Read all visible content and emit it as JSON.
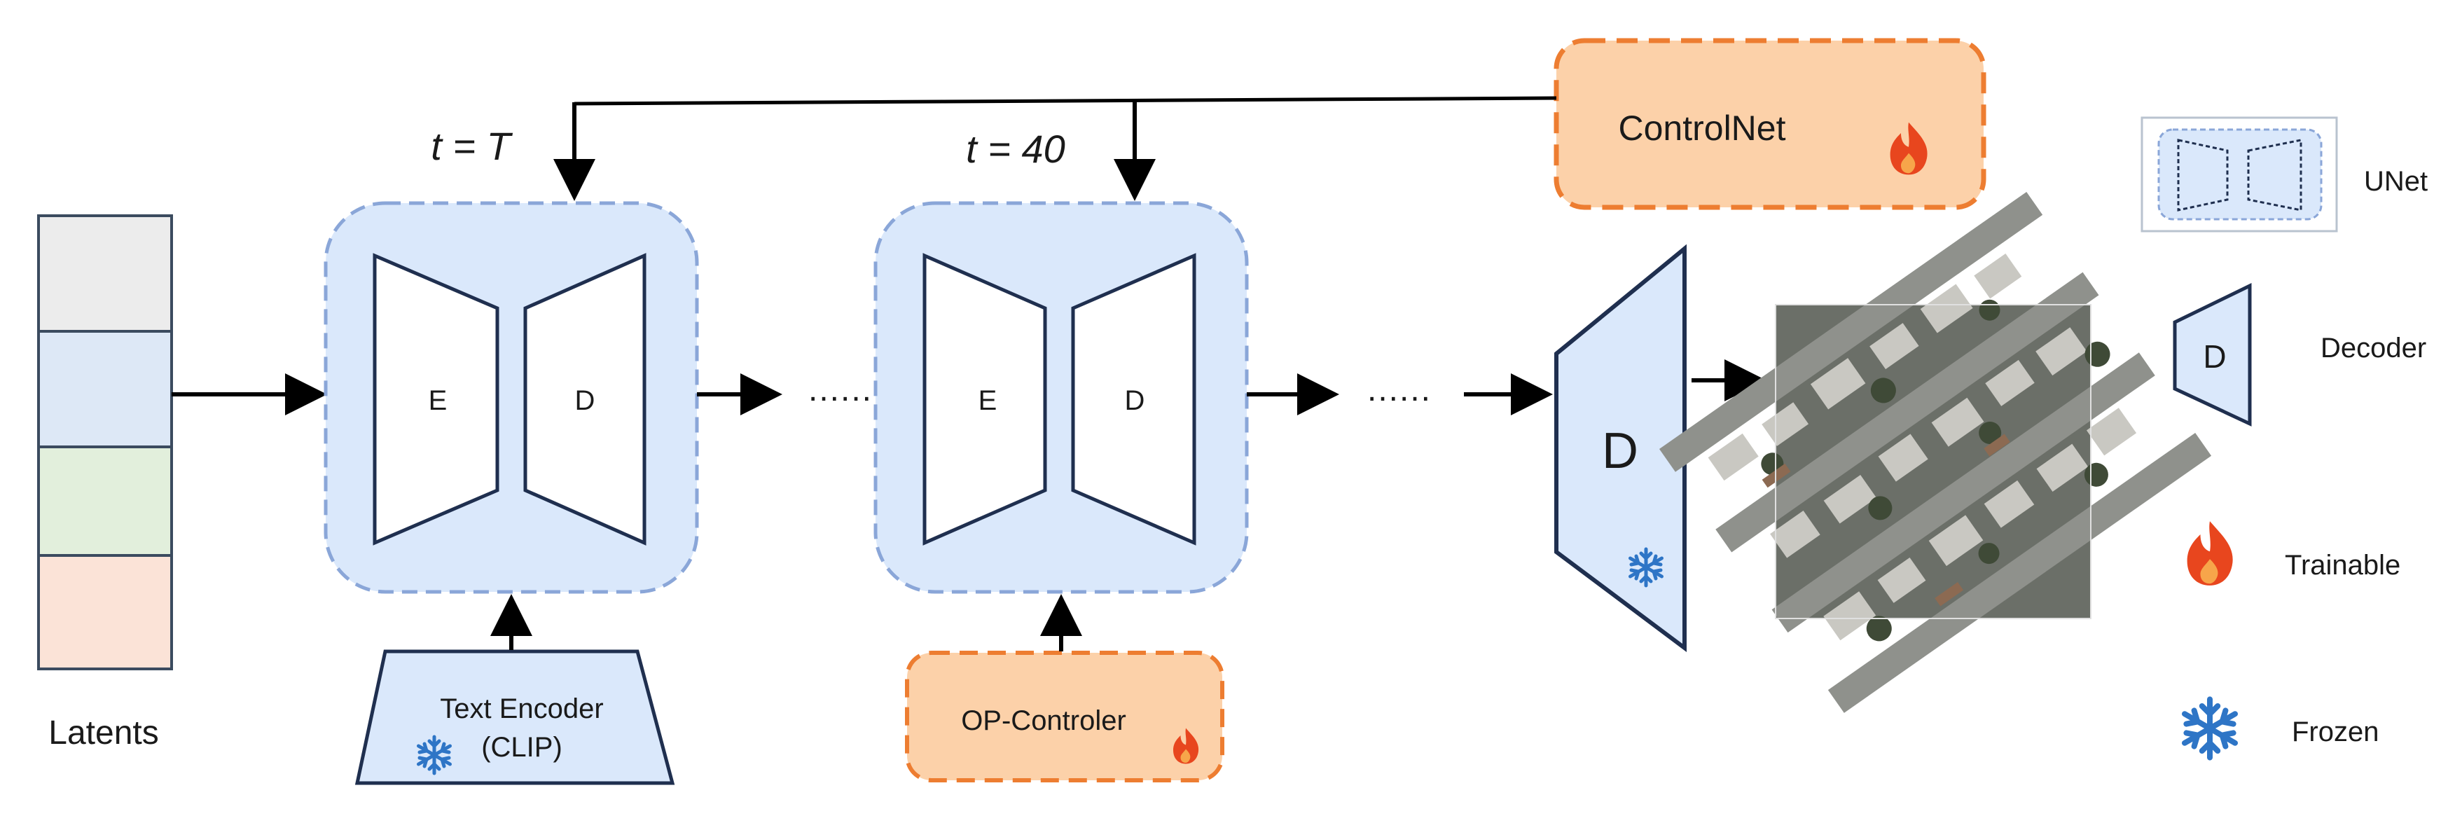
{
  "latents": {
    "label": "Latents",
    "colors": [
      "#ececec",
      "#dde8f6",
      "#e2efdc",
      "#fbe3d7"
    ]
  },
  "steps": [
    {
      "time_label": "t = T",
      "encoder_label": "E",
      "decoder_label": "D"
    },
    {
      "time_label": "t = 40",
      "encoder_label": "E",
      "decoder_label": "D"
    }
  ],
  "text_encoder": {
    "line1": "Text Encoder",
    "line2": "(CLIP)",
    "status_icon": "snowflake-icon"
  },
  "op_controller": {
    "label": "OP-Controler",
    "status_icon": "flame-icon"
  },
  "controlnet": {
    "label": "ControlNet",
    "status_icon": "flame-icon"
  },
  "final_decoder": {
    "label": "D",
    "status_icon": "snowflake-icon"
  },
  "ellipsis": "......",
  "output_image": {
    "description_icon": "aerial-image"
  },
  "legend": {
    "unet": "UNet",
    "decoder": "Decoder",
    "decoder_symbol": "D",
    "trainable": "Trainable",
    "frozen": "Frozen"
  },
  "colors": {
    "unet_fill": "#dae8fb",
    "unet_border": "#8aa6d8",
    "block_stroke": "#1f2f4f",
    "trainable_fill": "#fcd1a9",
    "trainable_border": "#ed7d31",
    "flame": "#e8461e",
    "snow": "#2e75c6"
  }
}
